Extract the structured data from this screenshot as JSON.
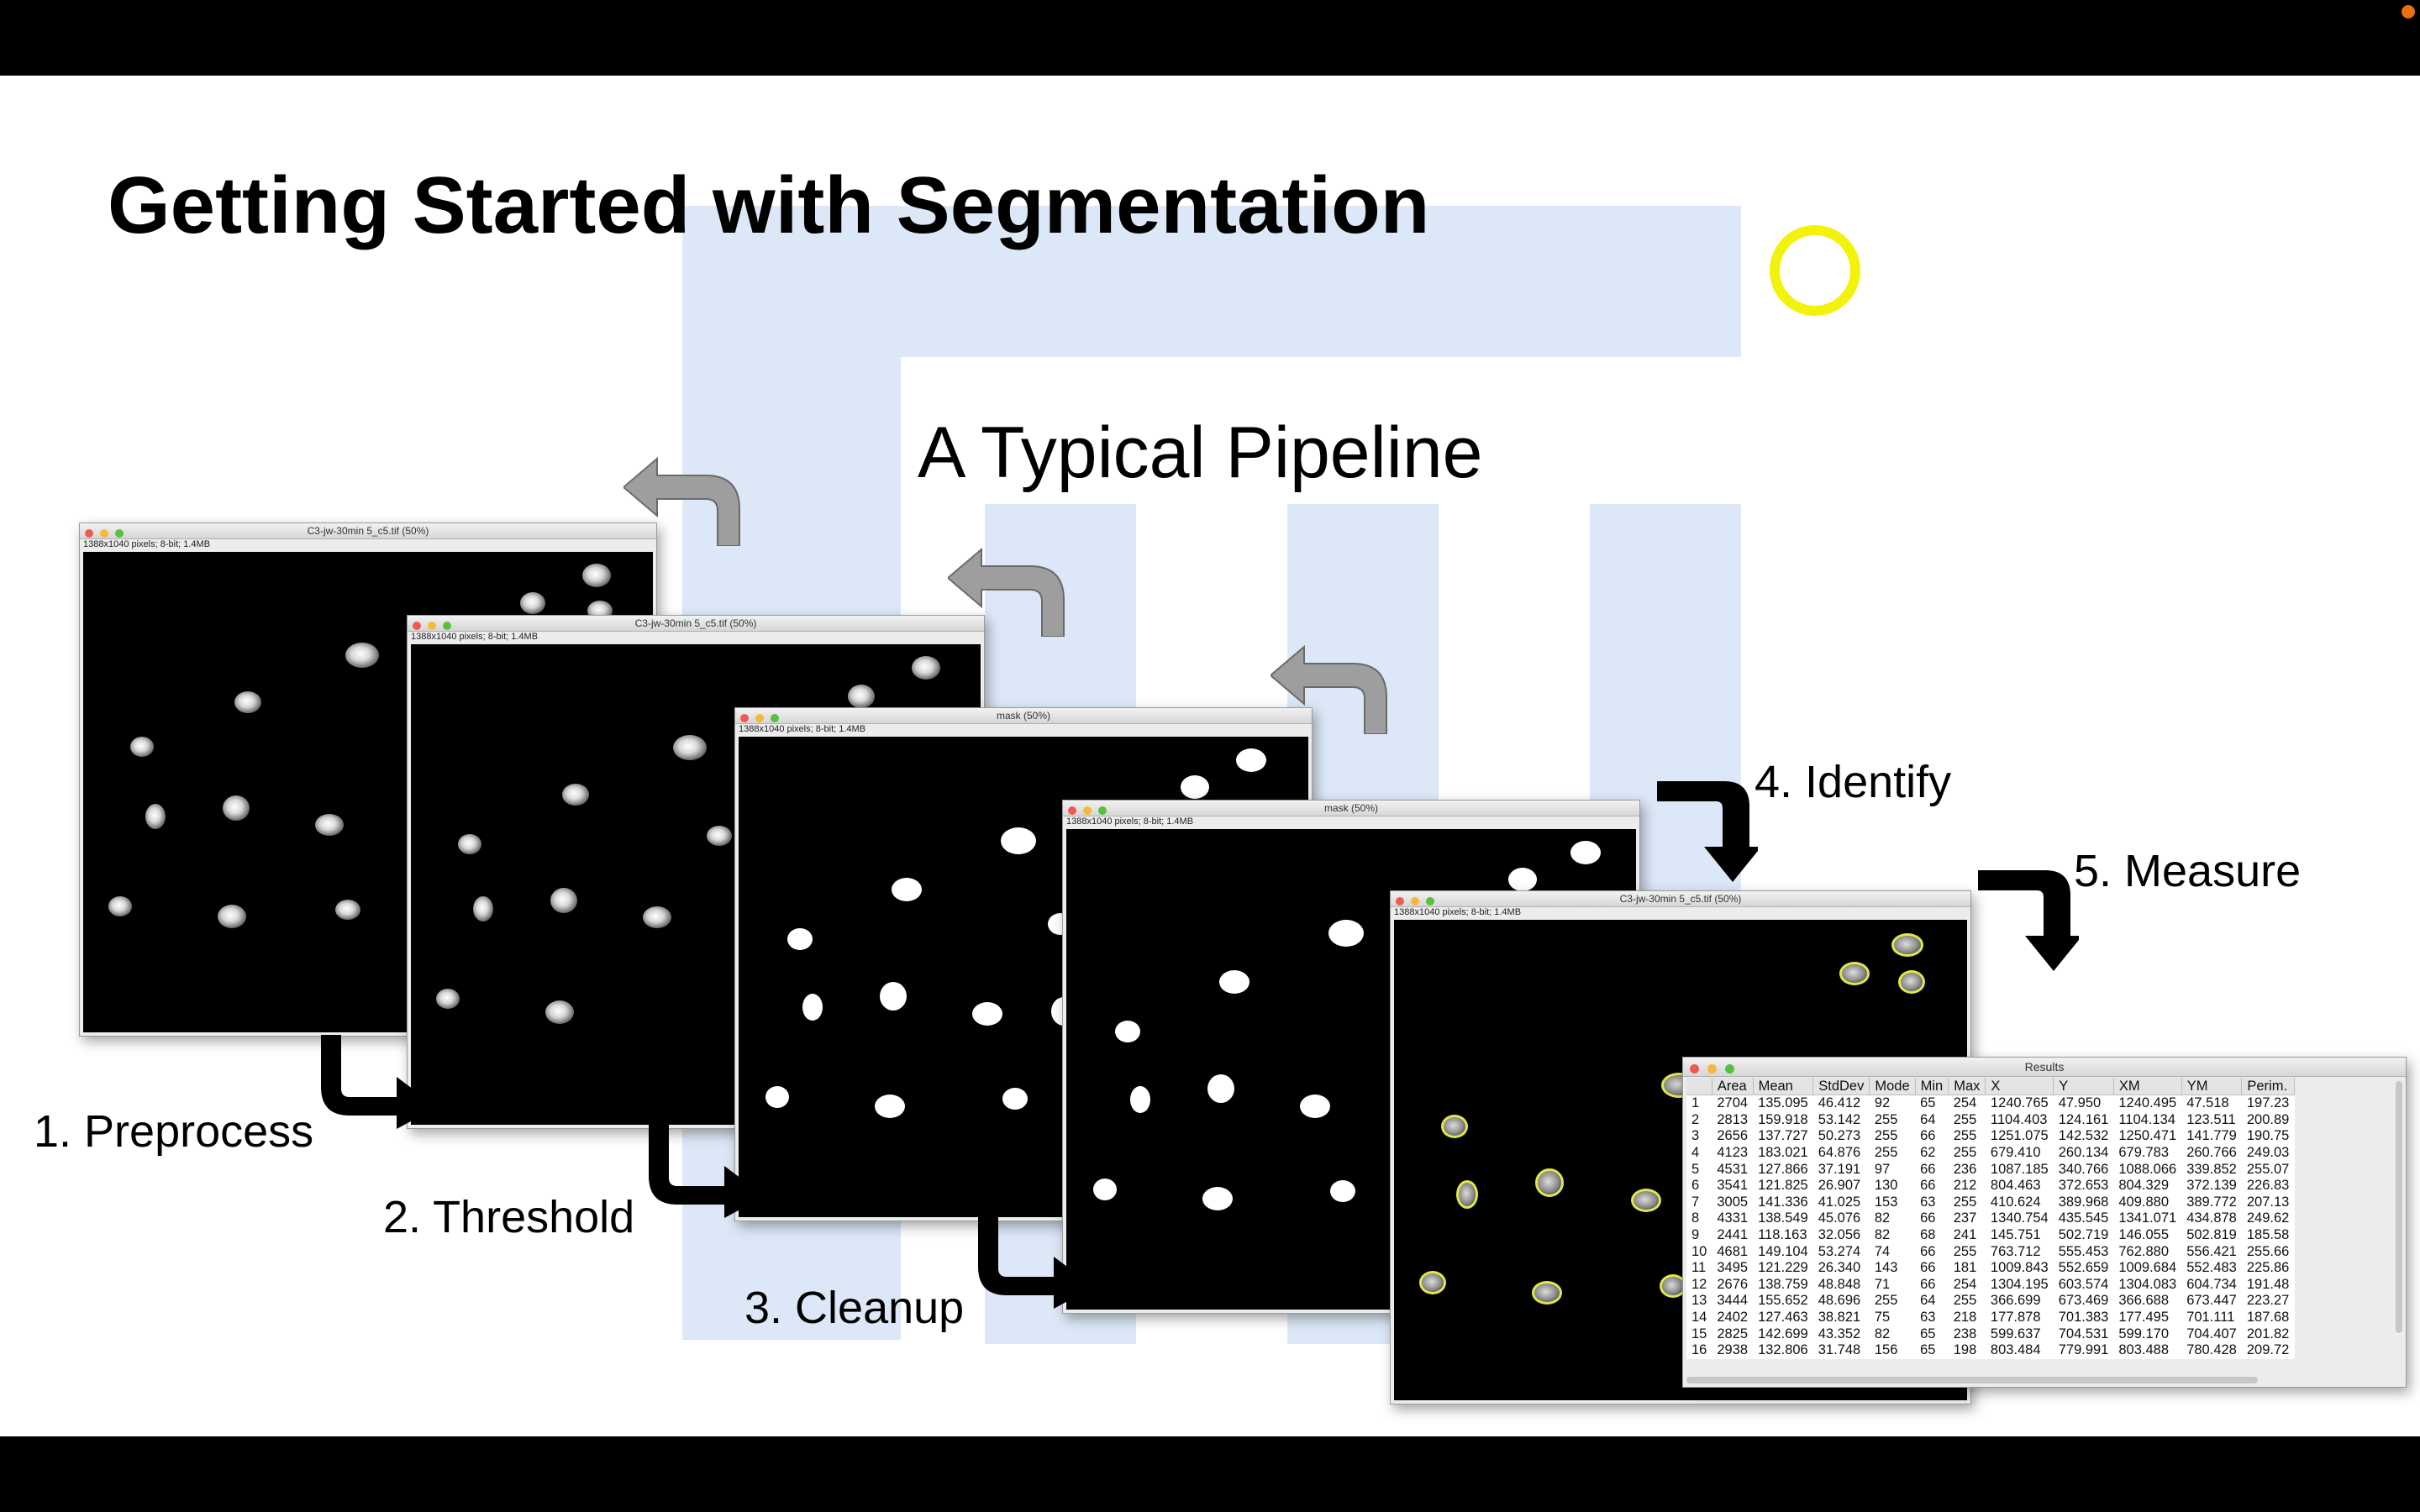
{
  "slide": {
    "title": "Getting Started with Segmentation",
    "subtitle": "A Typical Pipeline"
  },
  "steps": {
    "preprocess": "1. Preprocess",
    "threshold": "2. Threshold",
    "cleanup": "3. Cleanup",
    "identify": "4. Identify",
    "measure": "5. Measure"
  },
  "windows": [
    {
      "title": "C3-jw-30min 5_c5.tif (50%)",
      "info": "1388x1040 pixels; 8-bit; 1.4MB",
      "type": "raw"
    },
    {
      "title": "C3-jw-30min 5_c5.tif (50%)",
      "info": "1388x1040 pixels; 8-bit; 1.4MB",
      "type": "raw"
    },
    {
      "title": "mask (50%)",
      "info": "1388x1040 pixels; 8-bit; 1.4MB",
      "type": "mask"
    },
    {
      "title": "mask (50%)",
      "info": "1388x1040 pixels; 8-bit; 1.4MB",
      "type": "mask"
    },
    {
      "title": "C3-jw-30min 5_c5.tif (50%)",
      "info": "1388x1040 pixels; 8-bit; 1.4MB",
      "type": "roi"
    }
  ],
  "results": {
    "title": "Results",
    "columns": [
      "",
      "Area",
      "Mean",
      "StdDev",
      "Mode",
      "Min",
      "Max",
      "X",
      "Y",
      "XM",
      "YM",
      "Perim."
    ],
    "rows": [
      [
        "1",
        "2704",
        "135.095",
        "46.412",
        "92",
        "65",
        "254",
        "1240.765",
        "47.950",
        "1240.495",
        "47.518",
        "197.23"
      ],
      [
        "2",
        "2813",
        "159.918",
        "53.142",
        "255",
        "64",
        "255",
        "1104.403",
        "124.161",
        "1104.134",
        "123.511",
        "200.89"
      ],
      [
        "3",
        "2656",
        "137.727",
        "50.273",
        "255",
        "66",
        "255",
        "1251.075",
        "142.532",
        "1250.471",
        "141.779",
        "190.75"
      ],
      [
        "4",
        "4123",
        "183.021",
        "64.876",
        "255",
        "62",
        "255",
        "679.410",
        "260.134",
        "679.783",
        "260.766",
        "249.03"
      ],
      [
        "5",
        "4531",
        "127.866",
        "37.191",
        "97",
        "66",
        "236",
        "1087.185",
        "340.766",
        "1088.066",
        "339.852",
        "255.07"
      ],
      [
        "6",
        "3541",
        "121.825",
        "26.907",
        "130",
        "66",
        "212",
        "804.463",
        "372.653",
        "804.329",
        "372.139",
        "226.83"
      ],
      [
        "7",
        "3005",
        "141.336",
        "41.025",
        "153",
        "63",
        "255",
        "410.624",
        "389.968",
        "409.880",
        "389.772",
        "207.13"
      ],
      [
        "8",
        "4331",
        "138.549",
        "45.076",
        "82",
        "66",
        "237",
        "1340.754",
        "435.545",
        "1341.071",
        "434.878",
        "249.62"
      ],
      [
        "9",
        "2441",
        "118.163",
        "32.056",
        "82",
        "68",
        "241",
        "145.751",
        "502.719",
        "146.055",
        "502.819",
        "185.58"
      ],
      [
        "10",
        "4681",
        "149.104",
        "53.274",
        "74",
        "66",
        "255",
        "763.712",
        "555.453",
        "762.880",
        "556.421",
        "255.66"
      ],
      [
        "11",
        "3495",
        "121.229",
        "26.340",
        "143",
        "66",
        "181",
        "1009.843",
        "552.659",
        "1009.684",
        "552.483",
        "225.86"
      ],
      [
        "12",
        "2676",
        "138.759",
        "48.848",
        "71",
        "66",
        "254",
        "1304.195",
        "603.574",
        "1304.083",
        "604.734",
        "191.48"
      ],
      [
        "13",
        "3444",
        "155.652",
        "48.696",
        "255",
        "64",
        "255",
        "366.699",
        "673.469",
        "366.688",
        "673.447",
        "223.27"
      ],
      [
        "14",
        "2402",
        "127.463",
        "38.821",
        "75",
        "63",
        "218",
        "177.878",
        "701.383",
        "177.495",
        "701.111",
        "187.68"
      ],
      [
        "15",
        "2825",
        "142.699",
        "43.352",
        "82",
        "65",
        "238",
        "599.637",
        "704.531",
        "599.170",
        "704.407",
        "201.82"
      ],
      [
        "16",
        "2938",
        "132.806",
        "31.748",
        "156",
        "65",
        "198",
        "803.484",
        "779.991",
        "803.488",
        "780.428",
        "209.72"
      ]
    ]
  },
  "colors": {
    "background_shape": "#dce8f7",
    "cursor_ring": "#f2f20a",
    "arrow_gray": "#9e9e9e",
    "arrow_black": "#000000",
    "roi_outline": "#e2e64a"
  },
  "icons": [
    "cursor-ring-icon",
    "arrow-back-icon",
    "arrow-forward-icon"
  ]
}
